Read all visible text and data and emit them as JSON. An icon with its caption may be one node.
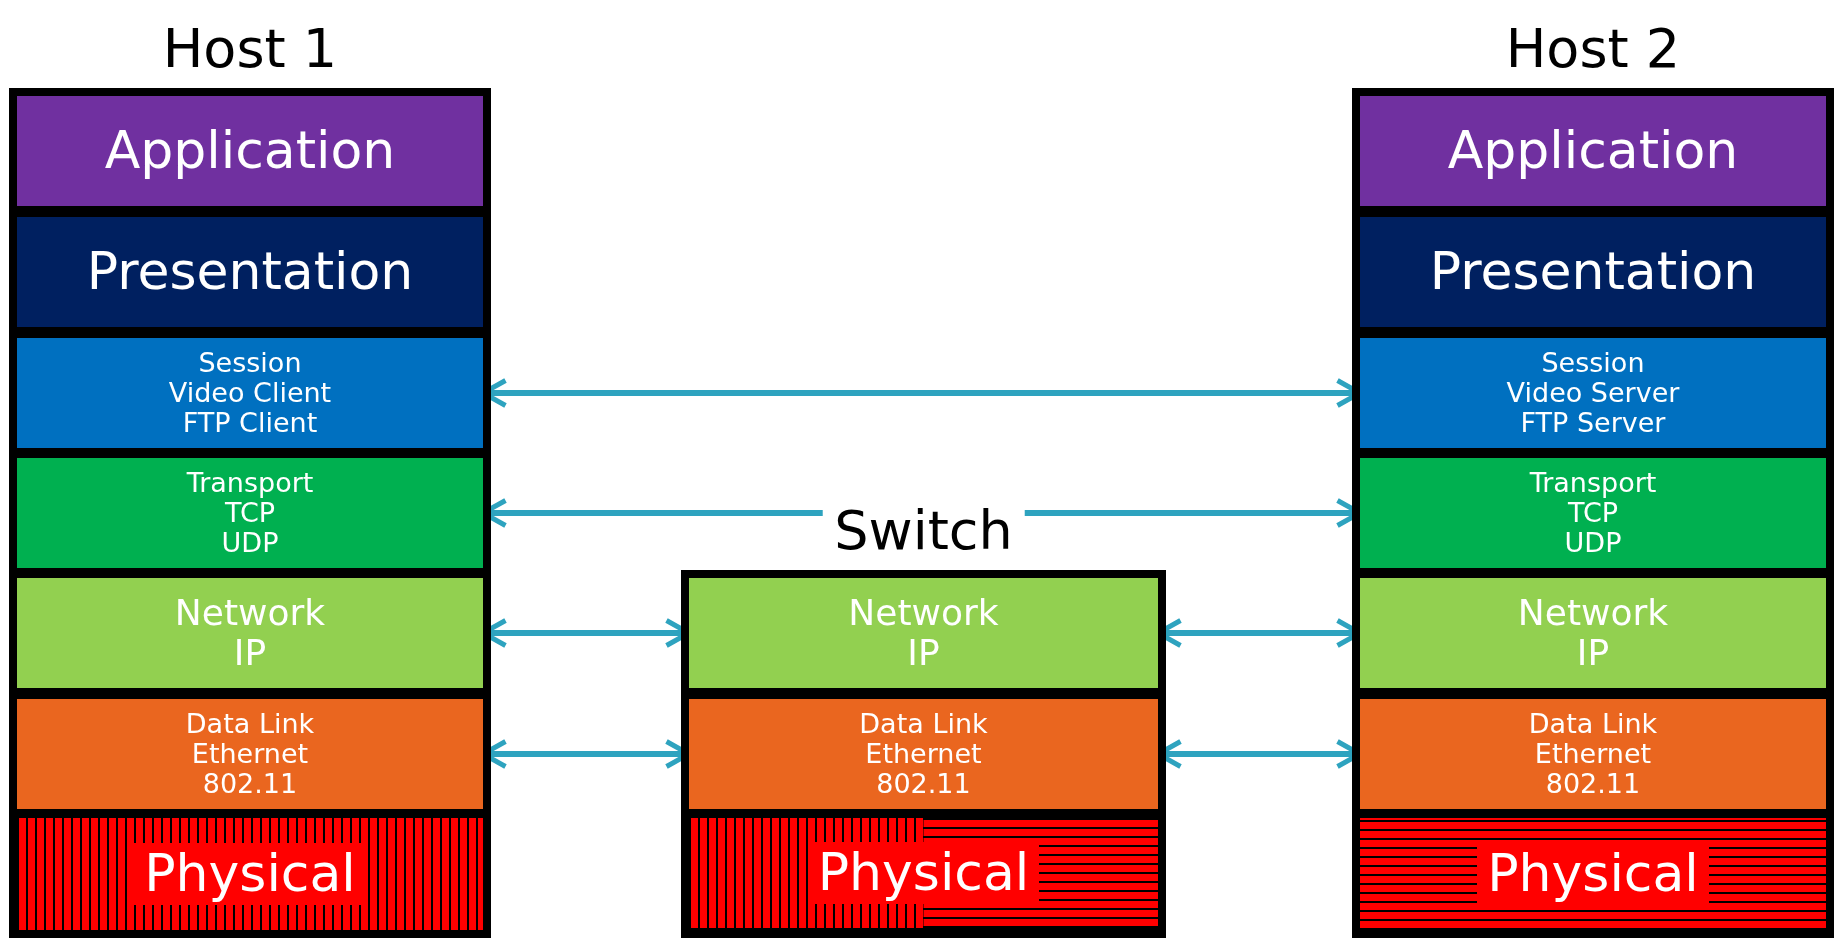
{
  "diagram": {
    "nodes": [
      {
        "text": [
          "Host 1"
        ]
      },
      {
        "text": [
          "Application"
        ],
        "in": 0
      },
      {
        "text": [
          "Presentation"
        ],
        "in": 0
      },
      {
        "text": [
          "Session",
          "Video Client",
          "FTP Client"
        ],
        "in": 0
      },
      {
        "text": [
          "Transport",
          "TCP",
          "UDP"
        ],
        "in": 0
      },
      {
        "text": [
          "Network",
          "IP"
        ],
        "in": 0
      },
      {
        "text": [
          "Data Link",
          "Ethernet",
          "802.11"
        ],
        "in": 0
      },
      {
        "text": [
          "Physical"
        ],
        "in": 0
      },
      {
        "text": [
          "Switch"
        ]
      },
      {
        "text": [
          "Network",
          "IP"
        ],
        "in": 8
      },
      {
        "text": [
          "Data Link",
          "Ethernet",
          "802.11"
        ],
        "in": 8
      },
      {
        "text": [
          "Physical"
        ],
        "in": 8
      },
      {
        "text": [
          "Host 2"
        ]
      },
      {
        "text": [
          "Application"
        ],
        "in": 12
      },
      {
        "text": [
          "Presentation"
        ],
        "in": 12
      },
      {
        "text": [
          "Session",
          "Video Server",
          "FTP Server"
        ],
        "in": 12
      },
      {
        "text": [
          "Transport",
          "TCP",
          "UDP"
        ],
        "in": 12
      },
      {
        "text": [
          "Network",
          "IP"
        ],
        "in": 12
      },
      {
        "text": [
          "Data Link",
          "Ethernet",
          "802.11"
        ],
        "in": 12
      },
      {
        "text": [
          "Physical"
        ],
        "in": 12
      }
    ],
    "edges": [
      {
        "from": 3,
        "to": 15,
        "arrow": "both"
      },
      {
        "from": 4,
        "to": 16,
        "arrow": "both"
      },
      {
        "from": 5,
        "to": 9,
        "arrow": "both"
      },
      {
        "from": 6,
        "to": 10,
        "arrow": "both"
      },
      {
        "from": 9,
        "to": 17,
        "arrow": "both"
      },
      {
        "from": 10,
        "to": 18,
        "arrow": "both"
      }
    ]
  }
}
